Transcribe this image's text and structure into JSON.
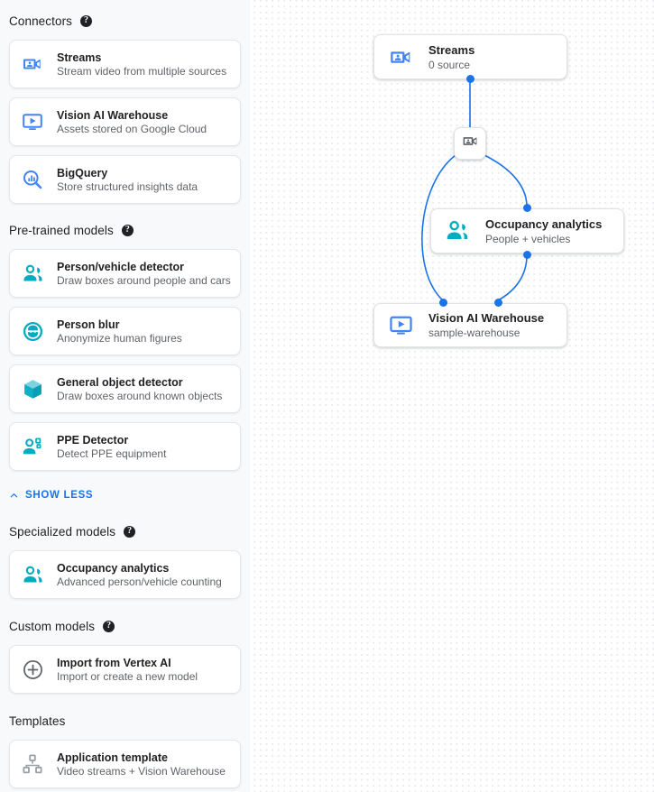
{
  "sidebar": {
    "sections": [
      {
        "title": "Connectors",
        "help": "?",
        "has_help": true,
        "items": [
          {
            "icon": "stream-camera-icon",
            "title": "Streams",
            "sub": "Stream video from multiple sources"
          },
          {
            "icon": "vision-warehouse-icon",
            "title": "Vision AI Warehouse",
            "sub": "Assets stored on Google Cloud"
          },
          {
            "icon": "bigquery-icon",
            "title": "BigQuery",
            "sub": "Store structured insights data"
          }
        ]
      },
      {
        "title": "Pre-trained models",
        "help": "?",
        "has_help": true,
        "items": [
          {
            "icon": "person-vehicle-icon",
            "title": "Person/vehicle detector",
            "sub": "Draw boxes around people and cars"
          },
          {
            "icon": "person-blur-icon",
            "title": "Person blur",
            "sub": "Anonymize human figures"
          },
          {
            "icon": "cube-object-icon",
            "title": "General object detector",
            "sub": "Draw boxes around known objects"
          },
          {
            "icon": "ppe-detector-icon",
            "title": "PPE Detector",
            "sub": "Detect PPE equipment"
          }
        ]
      },
      {
        "title": "Specialized models",
        "help": "?",
        "has_help": true,
        "items": [
          {
            "icon": "occupancy-icon",
            "title": "Occupancy analytics",
            "sub": "Advanced person/vehicle counting"
          }
        ]
      },
      {
        "title": "Custom models",
        "help": "?",
        "has_help": true,
        "items": [
          {
            "icon": "plus-circle-icon",
            "title": "Import from Vertex AI",
            "sub": "Import or create a new model"
          }
        ]
      },
      {
        "title": "Templates",
        "help": "?",
        "has_help": false,
        "items": [
          {
            "icon": "hierarchy-icon",
            "title": "Application template",
            "sub": "Video streams + Vision Warehouse"
          }
        ]
      }
    ],
    "show_less_label": "SHOW LESS"
  },
  "canvas": {
    "nodes": [
      {
        "id": "streams",
        "icon": "stream-camera-icon",
        "title": "Streams",
        "sub": "0 source"
      },
      {
        "id": "occupancy",
        "icon": "occupancy-icon",
        "title": "Occupancy analytics",
        "sub": "People + vehicles"
      },
      {
        "id": "warehouse",
        "icon": "vision-warehouse-icon",
        "title": "Vision AI Warehouse",
        "sub": "sample-warehouse"
      }
    ],
    "mini_node": {
      "id": "stream-relay",
      "icon": "stream-camera-mini-icon"
    }
  },
  "colors": {
    "blue": "#1a73e8",
    "blue_light": "#4285f4",
    "teal": "#00acc1",
    "gray_icon": "#9aa0a6",
    "text_primary": "#202124",
    "text_secondary": "#5f6368",
    "sidebar_bg": "#f8f9fa",
    "dot_grid": "#e8eaed"
  }
}
